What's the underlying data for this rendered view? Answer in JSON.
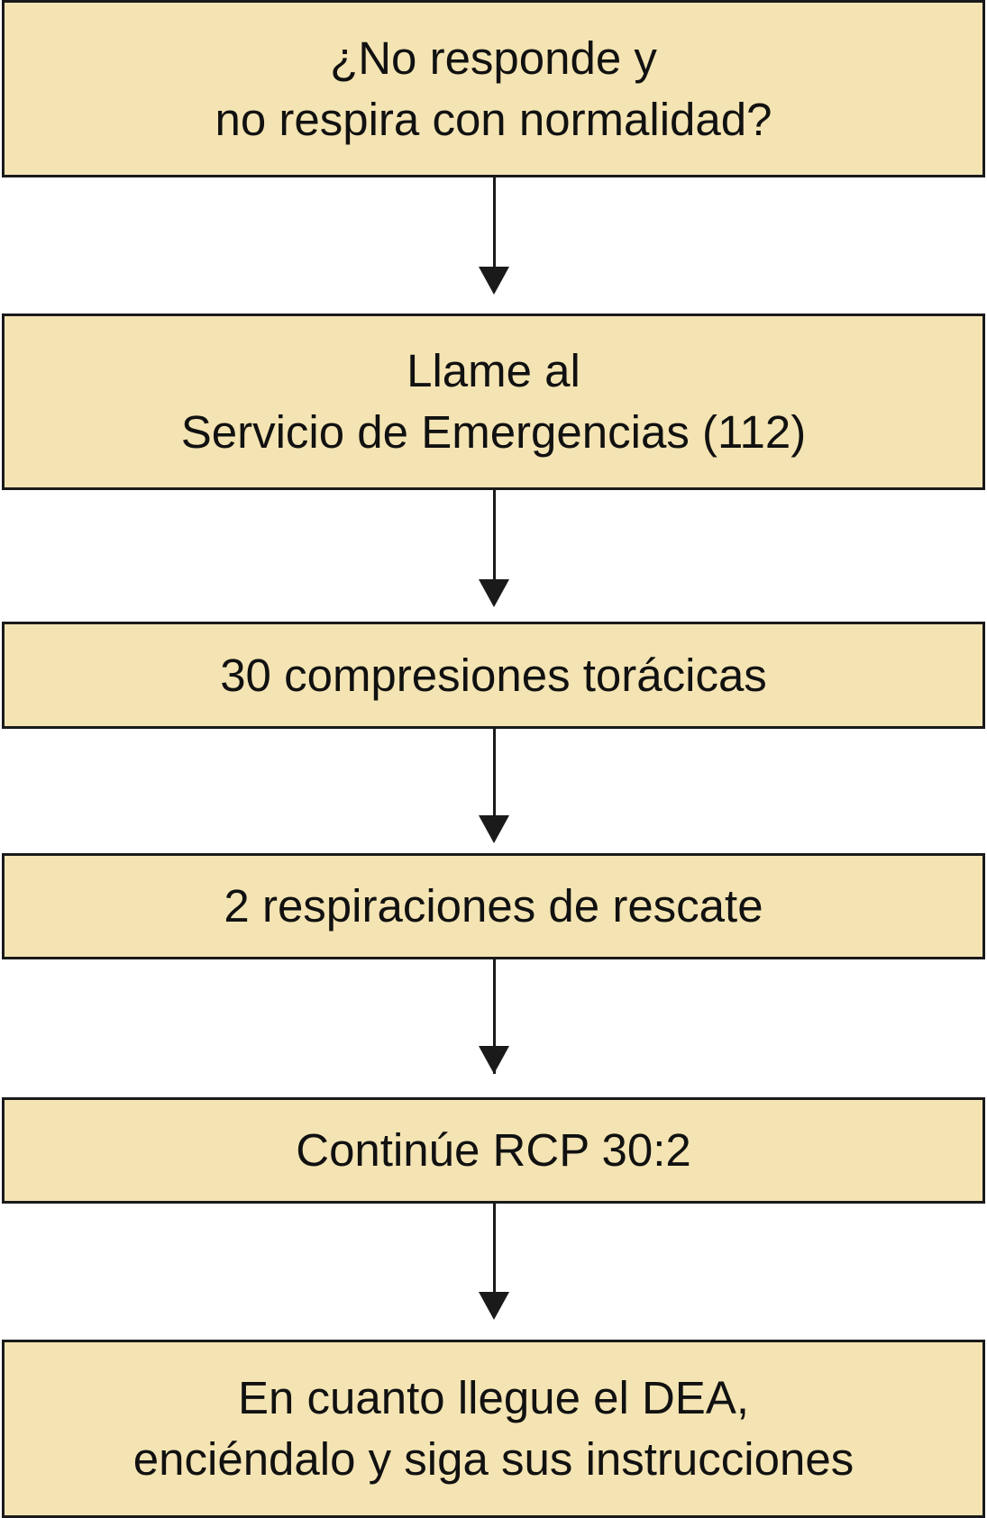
{
  "flowchart": {
    "steps": [
      {
        "lines": [
          "¿No responde y",
          "no respira con normalidad?"
        ]
      },
      {
        "lines": [
          "Llame al",
          "Servicio de Emergencias (112)"
        ]
      },
      {
        "lines": [
          "30 compresiones torácicas"
        ]
      },
      {
        "lines": [
          "2 respiraciones de rescate"
        ]
      },
      {
        "lines": [
          "Continúe RCP 30:2"
        ]
      },
      {
        "lines": [
          "En cuanto llegue el DEA,",
          "enciéndalo y siga sus instrucciones"
        ]
      }
    ],
    "colors": {
      "box_fill": "#f4e4b3",
      "box_border": "#1a1a1a",
      "arrow": "#1a1a1a",
      "text": "#111111"
    }
  }
}
